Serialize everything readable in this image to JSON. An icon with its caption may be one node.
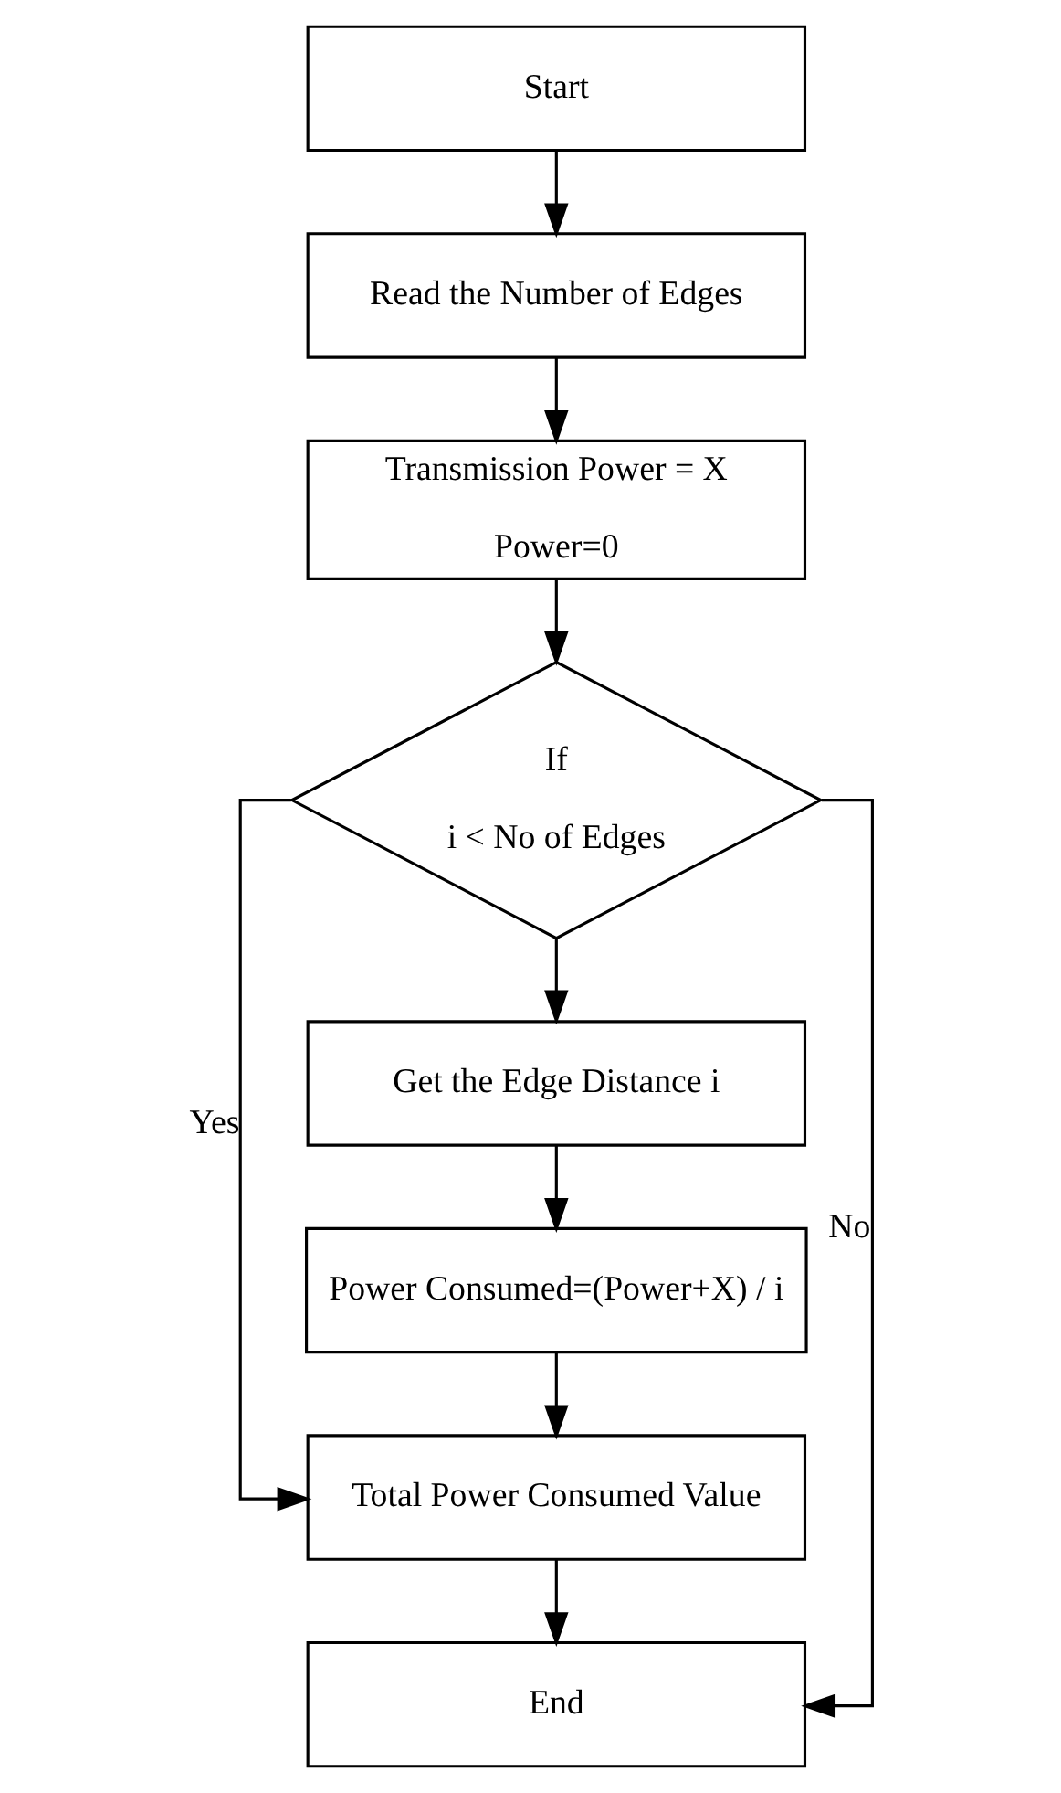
{
  "diagram": {
    "nodes": [
      {
        "text": [
          "Start"
        ]
      },
      {
        "text": [
          "Read the Number of Edges"
        ]
      },
      {
        "text": [
          "Transmission Power = X",
          "Power=0"
        ]
      },
      {
        "text": [
          "If",
          "i < No of Edges"
        ]
      },
      {
        "text": [
          "Get the Edge Distance i"
        ]
      },
      {
        "text": [
          "Power Consumed=(Power+X) / i"
        ]
      },
      {
        "text": [
          "Total Power Consumed Value"
        ]
      },
      {
        "text": [
          "End"
        ]
      }
    ],
    "edges": [
      {
        "from": 0,
        "to": 1,
        "arrow": "to"
      },
      {
        "from": 1,
        "to": 2,
        "arrow": "to"
      },
      {
        "from": 2,
        "to": 3,
        "arrow": "to"
      },
      {
        "from": 3,
        "to": 4,
        "arrow": "to"
      },
      {
        "from": 4,
        "to": 5,
        "arrow": "to"
      },
      {
        "from": 5,
        "to": 6,
        "arrow": "to"
      },
      {
        "from": 3,
        "to": 6,
        "arrow": "to",
        "label": "Yes"
      },
      {
        "from": 6,
        "to": 7,
        "arrow": "to"
      },
      {
        "from": 3,
        "to": 7,
        "arrow": "to",
        "label": "No"
      }
    ]
  }
}
